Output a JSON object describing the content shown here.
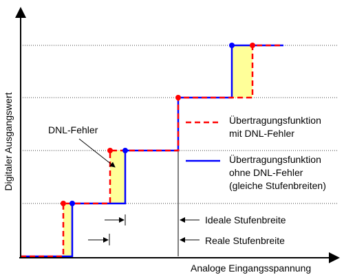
{
  "axes": {
    "y_label": "Digitaler Ausgangswert",
    "x_label": "Analoge Eingangsspannung"
  },
  "legend": {
    "dnl_line1": "Übertragungsfunktion",
    "dnl_line2": "mit DNL-Fehler",
    "ideal_line1": "Übertragungsfunktion",
    "ideal_line2": "ohne DNL-Fehler",
    "ideal_line3": "(gleiche Stufenbreiten)"
  },
  "annotations": {
    "dnl_error": "DNL-Fehler",
    "ideal_width": "Ideale Stufenbreite",
    "real_width": "Reale Stufenbreite"
  },
  "colors": {
    "dnl": "#ff0000",
    "ideal": "#0000ff",
    "error_fill": "#ffff99",
    "axis": "#000000",
    "grid": "#000000"
  }
}
